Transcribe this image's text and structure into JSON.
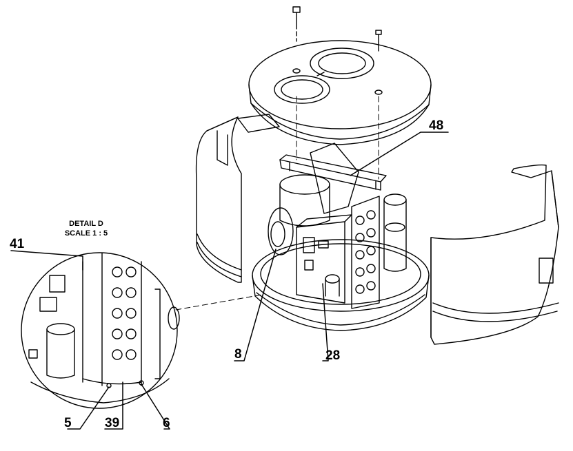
{
  "detail": {
    "title": "DETAIL D",
    "scale": "SCALE 1 : 5"
  },
  "callouts": {
    "c41": "41",
    "c48": "48",
    "c8": "8",
    "c28": "28",
    "c5": "5",
    "c39": "39",
    "c6": "6"
  },
  "colors": {
    "line": "#000000",
    "background": "#ffffff"
  }
}
